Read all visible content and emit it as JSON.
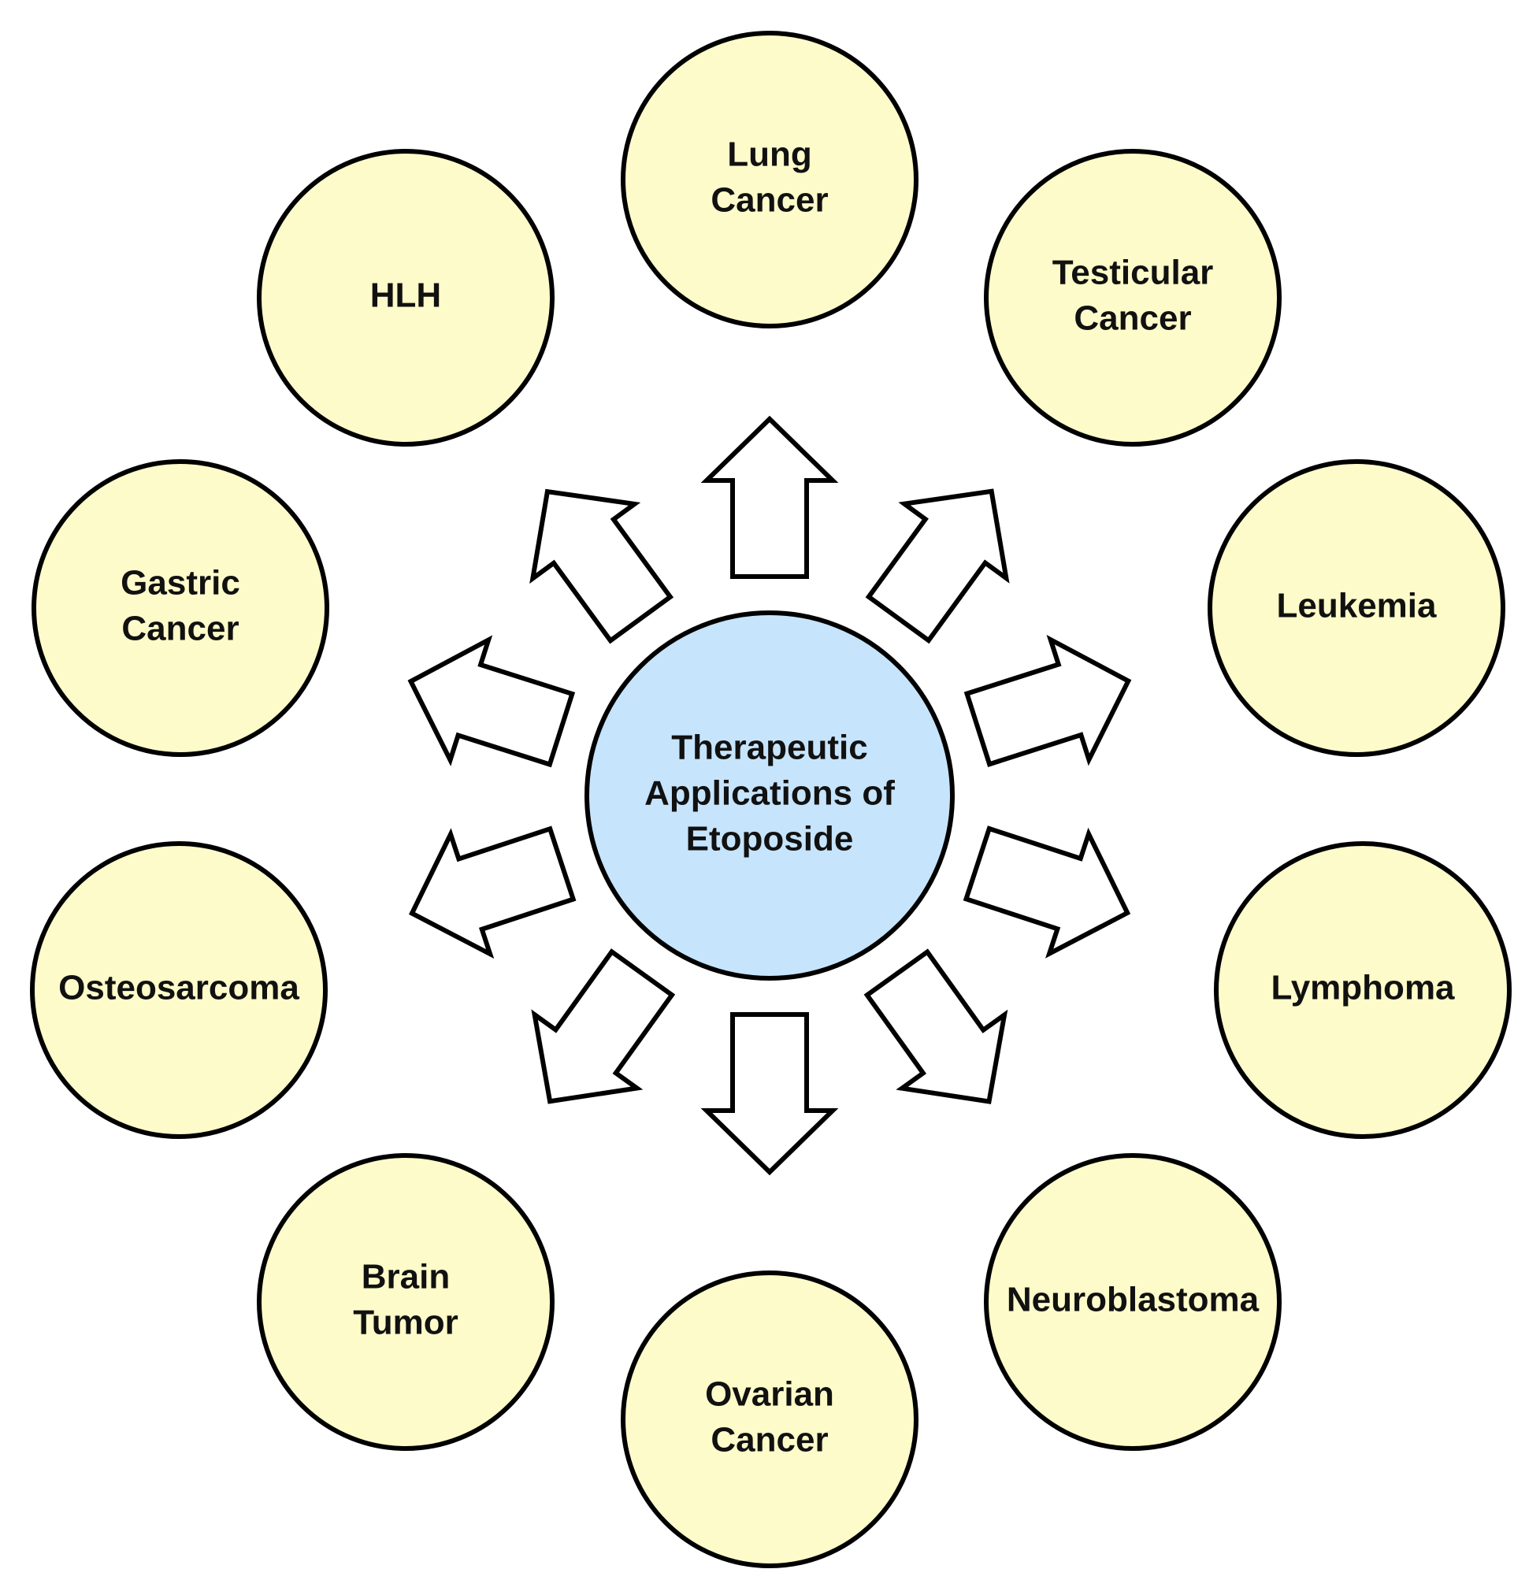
{
  "colors": {
    "center_fill": "#c6e4fb",
    "node_fill": "#fdfbc9",
    "stroke": "#000000",
    "arrow_fill": "#ffffff"
  },
  "center": {
    "lines": [
      "Therapeutic",
      "Applications of",
      "Etoposide"
    ]
  },
  "nodes": [
    {
      "id": "lung-cancer",
      "lines": [
        "Lung",
        "Cancer"
      ]
    },
    {
      "id": "testicular-cancer",
      "lines": [
        "Testicular",
        "Cancer"
      ]
    },
    {
      "id": "leukemia",
      "lines": [
        "Leukemia"
      ]
    },
    {
      "id": "lymphoma",
      "lines": [
        "Lymphoma"
      ]
    },
    {
      "id": "neuroblastoma",
      "lines": [
        "Neuroblastoma"
      ]
    },
    {
      "id": "ovarian-cancer",
      "lines": [
        "Ovarian",
        "Cancer"
      ]
    },
    {
      "id": "brain-tumor",
      "lines": [
        "Brain",
        "Tumor"
      ]
    },
    {
      "id": "osteosarcoma",
      "lines": [
        "Osteosarcoma"
      ]
    },
    {
      "id": "gastric-cancer",
      "lines": [
        "Gastric",
        "Cancer"
      ]
    },
    {
      "id": "hlh",
      "lines": [
        "HLH"
      ]
    }
  ]
}
